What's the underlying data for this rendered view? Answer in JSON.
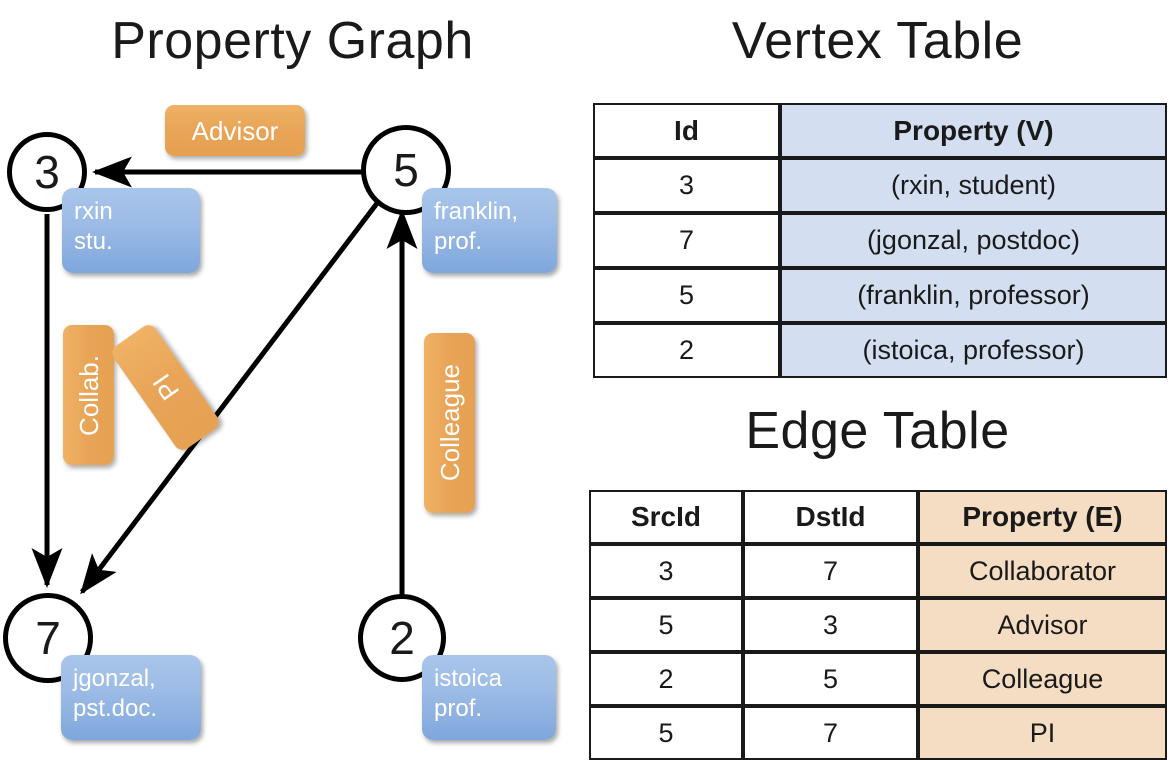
{
  "titles": {
    "property_graph": "Property Graph",
    "vertex_table": "Vertex Table",
    "edge_table": "Edge Table"
  },
  "graph": {
    "vertices": [
      {
        "id": "3",
        "property_line1": "rxin",
        "property_line2": "stu."
      },
      {
        "id": "5",
        "property_line1": "franklin,",
        "property_line2": "prof."
      },
      {
        "id": "7",
        "property_line1": "jgonzal,",
        "property_line2": "pst.doc."
      },
      {
        "id": "2",
        "property_line1": "istoica",
        "property_line2": "prof."
      }
    ],
    "edge_labels": [
      {
        "text": "Advisor",
        "orientation": "horizontal"
      },
      {
        "text": "Collab.",
        "orientation": "vertical"
      },
      {
        "text": "PI",
        "orientation": "diagonal"
      },
      {
        "text": "Colleague",
        "orientation": "vertical"
      }
    ]
  },
  "vertex_table": {
    "headers": [
      "Id",
      "Property (V)"
    ],
    "rows": [
      {
        "id": "3",
        "property": "(rxin, student)"
      },
      {
        "id": "7",
        "property": "(jgonzal, postdoc)"
      },
      {
        "id": "5",
        "property": "(franklin, professor)"
      },
      {
        "id": "2",
        "property": "(istoica, professor)"
      }
    ]
  },
  "edge_table": {
    "headers": [
      "SrcId",
      "DstId",
      "Property (E)"
    ],
    "rows": [
      {
        "src": "3",
        "dst": "7",
        "property": "Collaborator"
      },
      {
        "src": "5",
        "dst": "3",
        "property": "Advisor"
      },
      {
        "src": "2",
        "dst": "5",
        "property": "Colleague"
      },
      {
        "src": "5",
        "dst": "7",
        "property": "PI"
      }
    ]
  },
  "colors": {
    "vertex_header_fill": "#d3dff0",
    "edge_header_fill": "#f5ddc3",
    "node_box_blue": "#9dbce6",
    "edge_label_orange": "#e8a457",
    "stroke": "#1a1a1a"
  }
}
